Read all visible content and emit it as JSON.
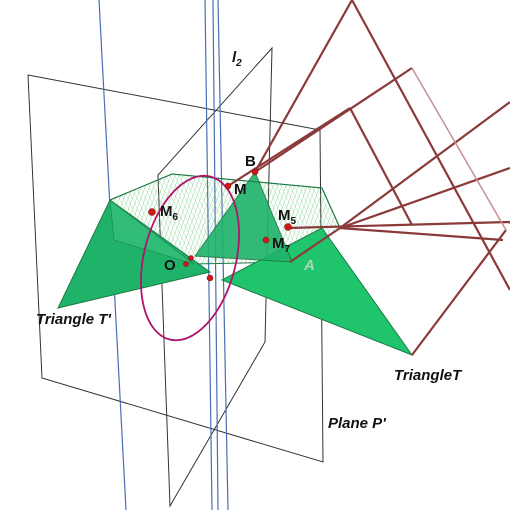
{
  "labels": {
    "l2": "l",
    "l2_sub": "2",
    "b": "B",
    "m": "M",
    "m6": "M",
    "m6_sub": "6",
    "m5": "M",
    "m5_sub": "5",
    "m7": "M",
    "m7_sub": "7",
    "o": "O",
    "a": "A",
    "triangle_t_prime": "Triangle T'",
    "triangle_t": "TriangleT",
    "plane_p_prime": "Plane P'"
  },
  "colors": {
    "plane_edge": "#333333",
    "blue_line": "#4a6fb5",
    "maroon": "#8b3a3a",
    "green_fill": "#1fb36a",
    "green_edge": "#1a7a45",
    "hatch": "#5fbf6f",
    "ellipse": "#b0136b",
    "point": "#d01818"
  }
}
